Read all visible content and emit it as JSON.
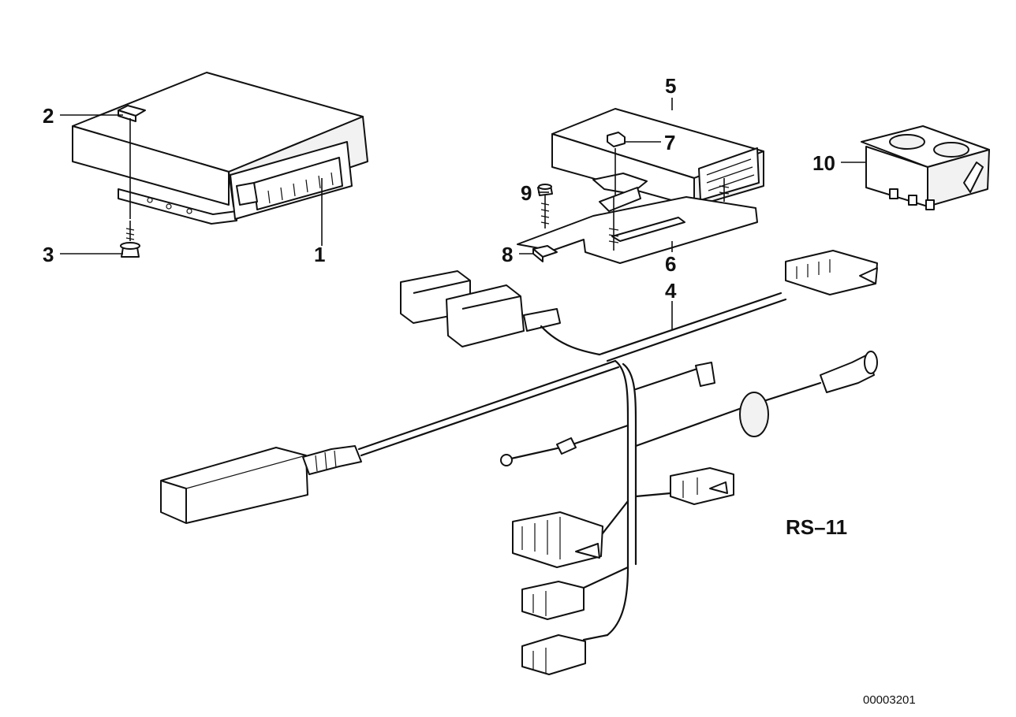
{
  "diagram": {
    "callouts": {
      "c1": "1",
      "c2": "2",
      "c3": "3",
      "c4": "4",
      "c5": "5",
      "c6": "6",
      "c7": "7",
      "c8": "8",
      "c9": "9",
      "c10": "10"
    },
    "section_code": "RS–11",
    "drawing_id": "00003201"
  }
}
